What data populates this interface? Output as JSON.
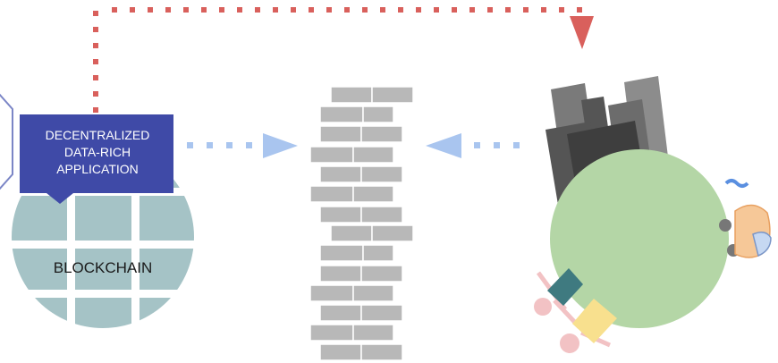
{
  "app_box": {
    "line1": "DECENTRALIZED",
    "line2": "DATA-RICH",
    "line3": "APPLICATION"
  },
  "chain": {
    "label": "BLOCKCHAIN"
  },
  "colors": {
    "app_box": "#3f4aa7",
    "globe": "#a5c3c6",
    "wall_brick": "#b8b8b8",
    "dotted_red": "#d9605c",
    "dotted_blue": "#a9c5ef",
    "world_circle": "#b4d6a6",
    "buildings_dark": "#444444",
    "buildings_mid": "#6c6c6c",
    "buildings_light": "#8c8c8c"
  },
  "icons": [
    "wall-icon",
    "city-icon",
    "globe-grid-icon",
    "bicycle-rider-icon",
    "person-icon",
    "person-icon"
  ]
}
